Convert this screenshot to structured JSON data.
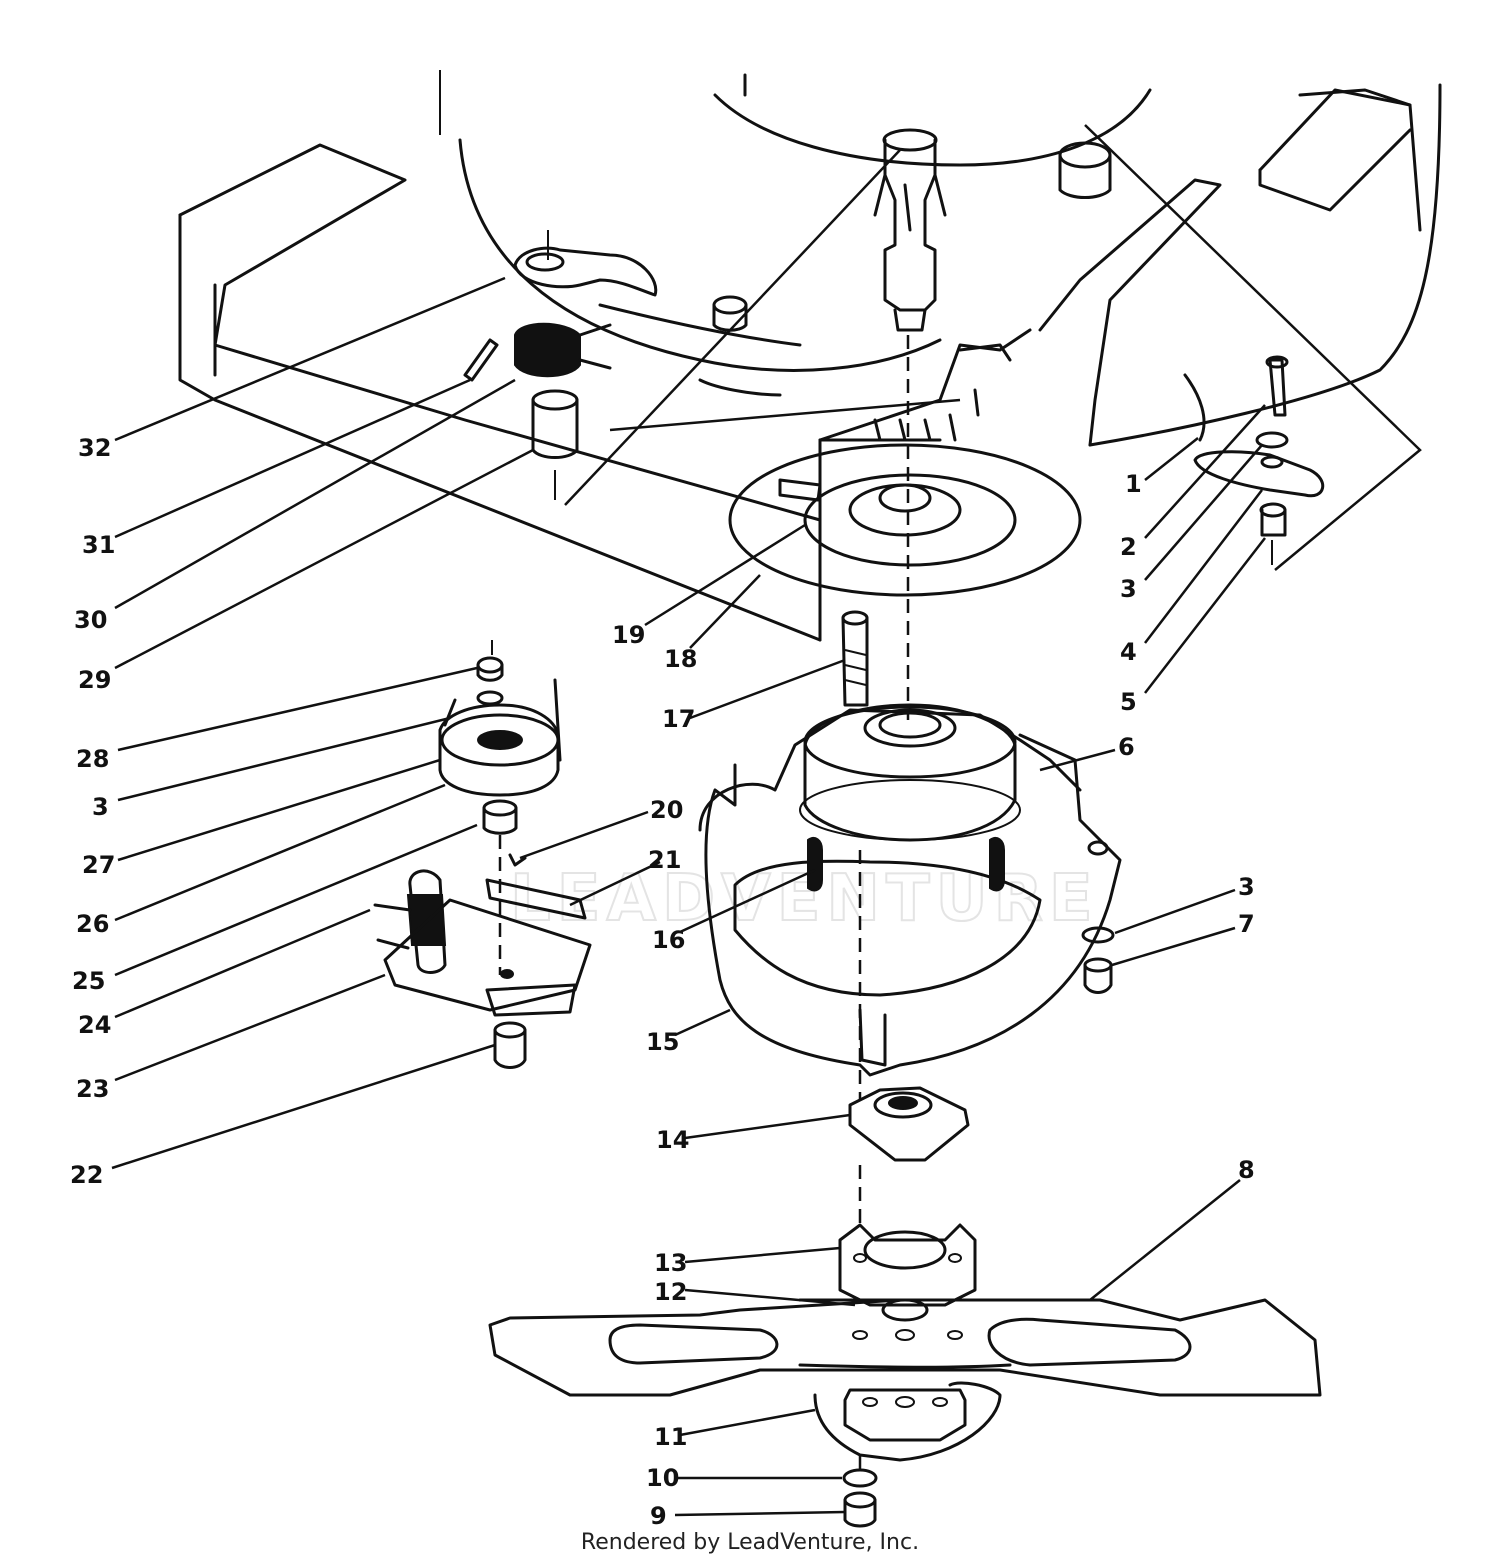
{
  "diagram": {
    "callouts": [
      {
        "id": "c32",
        "label": "32"
      },
      {
        "id": "c31",
        "label": "31"
      },
      {
        "id": "c30",
        "label": "30"
      },
      {
        "id": "c29",
        "label": "29"
      },
      {
        "id": "c28",
        "label": "28"
      },
      {
        "id": "c3a",
        "label": "3"
      },
      {
        "id": "c27",
        "label": "27"
      },
      {
        "id": "c26",
        "label": "26"
      },
      {
        "id": "c25",
        "label": "25"
      },
      {
        "id": "c24",
        "label": "24"
      },
      {
        "id": "c23",
        "label": "23"
      },
      {
        "id": "c22",
        "label": "22"
      },
      {
        "id": "c19",
        "label": "19"
      },
      {
        "id": "c18",
        "label": "18"
      },
      {
        "id": "c17",
        "label": "17"
      },
      {
        "id": "c20",
        "label": "20"
      },
      {
        "id": "c21",
        "label": "21"
      },
      {
        "id": "c16",
        "label": "16"
      },
      {
        "id": "c15",
        "label": "15"
      },
      {
        "id": "c14",
        "label": "14"
      },
      {
        "id": "c13",
        "label": "13"
      },
      {
        "id": "c12",
        "label": "12"
      },
      {
        "id": "c11",
        "label": "11"
      },
      {
        "id": "c10",
        "label": "10"
      },
      {
        "id": "c9",
        "label": "9"
      },
      {
        "id": "c8",
        "label": "8"
      },
      {
        "id": "c1",
        "label": "1"
      },
      {
        "id": "c2",
        "label": "2"
      },
      {
        "id": "c3b",
        "label": "3"
      },
      {
        "id": "c4",
        "label": "4"
      },
      {
        "id": "c5",
        "label": "5"
      },
      {
        "id": "c6",
        "label": "6"
      },
      {
        "id": "c3c",
        "label": "3"
      },
      {
        "id": "c7",
        "label": "7"
      }
    ],
    "watermark": "LEADVENTURE"
  },
  "footer": {
    "credit": "Rendered by LeadVenture, Inc."
  }
}
